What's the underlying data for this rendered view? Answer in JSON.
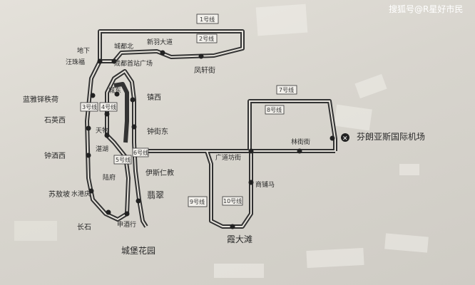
{
  "watermark": "搜狐号@R星好市民",
  "map": {
    "airport_label": "芬朗亚斯国际机场",
    "stations": {
      "ditie": "地下",
      "zhengluo": "汪珠福",
      "lanya": "蓝雅铎秩荷",
      "shiying": "石英西",
      "zhongdian": "钟酒西",
      "suxin": "苏敖坡",
      "shuiwan": "水港庆",
      "changshi": "长石",
      "chengdu_park": "城堡花园",
      "chengdu_north": "城都北",
      "chengdu_square": "成都首站广场",
      "chengdong": "城东",
      "tianwu": "天物",
      "zhanhu": "湛湖",
      "lufu": "陆府",
      "yiyunshou": "伊斯仁教",
      "feicui": "翡翠",
      "shenqi": "申酒行",
      "zhenxi": "镇西",
      "zhongxia": "钟街东",
      "xinyu": "新羽大道",
      "fengxian": "凤轩街",
      "guangde": "广道坊街",
      "meishu": "商铺马",
      "xujia": "霞大滩",
      "linzhu": "林街街"
    },
    "line_tags": {
      "l1": "1号线",
      "l2": "2号线",
      "l3": "3号线",
      "l4": "4号线",
      "l5": "5号线",
      "l6": "6号线",
      "l7": "7号线",
      "l8": "8号线",
      "l9": "9号线",
      "l10": "10号线"
    },
    "colors": {
      "paper": "#dcd9d2",
      "ink": "#2b2b2b",
      "track": "#333333"
    }
  }
}
